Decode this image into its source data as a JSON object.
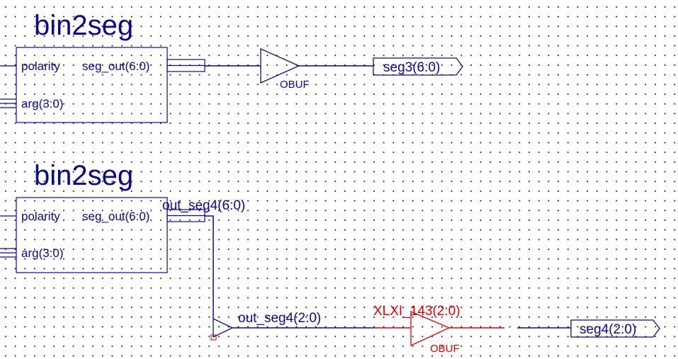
{
  "blocks": [
    {
      "title": "bin2seg",
      "pin_polarity": "polarity",
      "pin_arg": "arg(3:0)",
      "pin_seg_out": "seg_out(6:0)"
    },
    {
      "title": "bin2seg",
      "pin_polarity": "polarity",
      "pin_arg": "arg(3:0)",
      "pin_seg_out": "seg_out(6:0)"
    }
  ],
  "buffers": [
    {
      "label": "OBUF"
    },
    {
      "label": "OBUF"
    }
  ],
  "ports": [
    {
      "label": "seg3(6:0)"
    },
    {
      "label": "seg4(2:0)"
    }
  ],
  "nets": {
    "bus_main": "out_seg4(6:0)",
    "bus_slice": "out_seg4(2:0)",
    "instance_error": "XLXI_143(2:0)"
  },
  "colors": {
    "wire": "#0a0a8a",
    "error": "#e60000",
    "grid_dot": "#1a1a1a",
    "background": "#ffffff"
  }
}
